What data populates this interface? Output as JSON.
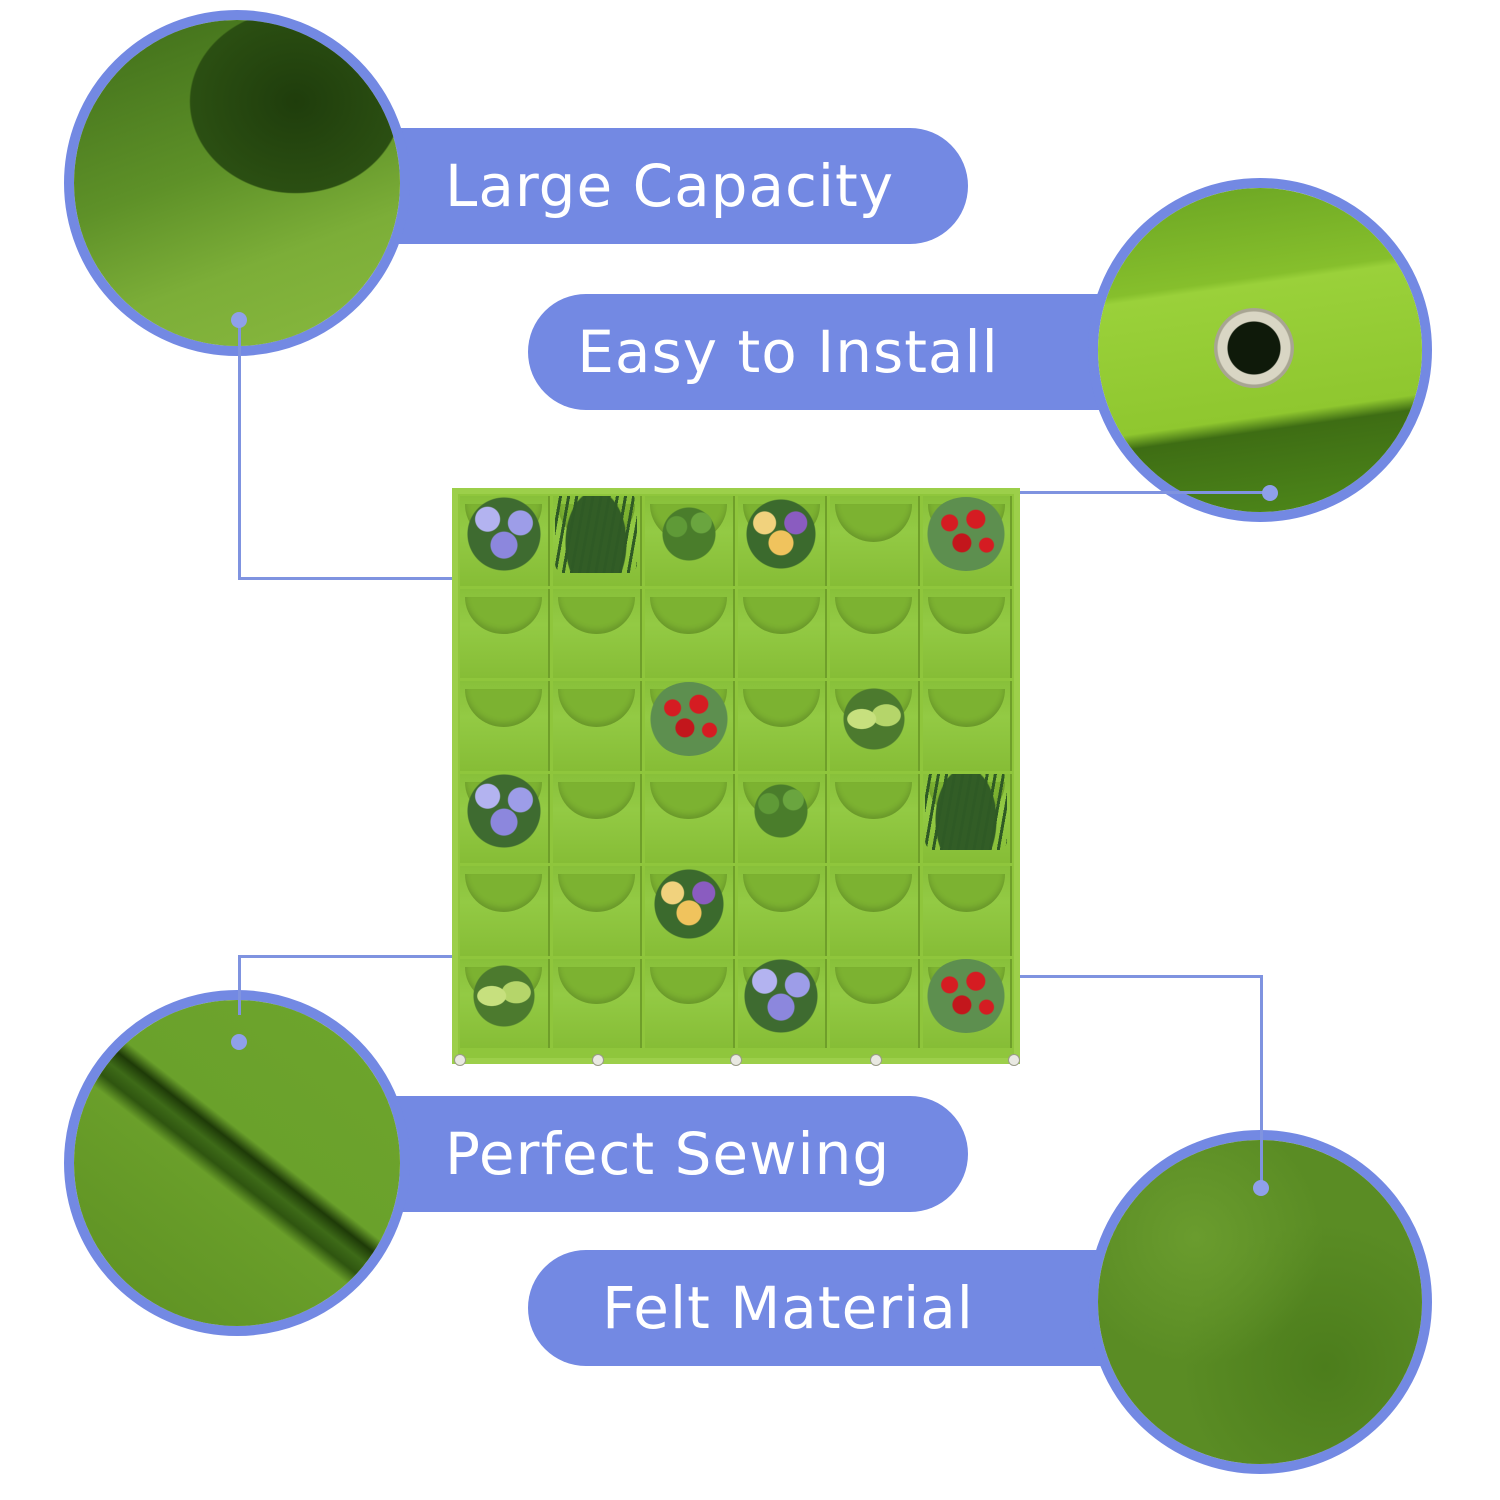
{
  "product": {
    "name": "Felt vertical wall planter",
    "layout": {
      "columns": 6,
      "rows": 6,
      "pocket_count": 36
    }
  },
  "features": [
    {
      "id": "large-capacity",
      "label": "Large Capacity",
      "detail_image": "pocket-closeup"
    },
    {
      "id": "easy-to-install",
      "label": "Easy to Install",
      "detail_image": "grommet-closeup"
    },
    {
      "id": "perfect-sewing",
      "label": "Perfect Sewing",
      "detail_image": "seam-closeup"
    },
    {
      "id": "felt-material",
      "label": "Felt Material",
      "detail_image": "felt-texture-closeup"
    }
  ],
  "colors": {
    "accent": "#7389e3",
    "connector": "#7f93e0",
    "felt_green": "#8fc63c",
    "felt_dark": "#4f7f1f",
    "text_on_accent": "#ffffff",
    "background": "#ffffff"
  },
  "plants": [
    {
      "row": 0,
      "col": 0,
      "type": "violet"
    },
    {
      "row": 0,
      "col": 1,
      "type": "grass"
    },
    {
      "row": 0,
      "col": 2,
      "type": "sprout"
    },
    {
      "row": 0,
      "col": 3,
      "type": "pansy"
    },
    {
      "row": 0,
      "col": 5,
      "type": "berry"
    },
    {
      "row": 2,
      "col": 2,
      "type": "berry"
    },
    {
      "row": 2,
      "col": 4,
      "type": "leafy"
    },
    {
      "row": 3,
      "col": 0,
      "type": "violet"
    },
    {
      "row": 3,
      "col": 3,
      "type": "sprout"
    },
    {
      "row": 3,
      "col": 5,
      "type": "grass"
    },
    {
      "row": 4,
      "col": 2,
      "type": "pansy"
    },
    {
      "row": 5,
      "col": 0,
      "type": "leafy"
    },
    {
      "row": 5,
      "col": 3,
      "type": "violet"
    },
    {
      "row": 5,
      "col": 5,
      "type": "berry"
    }
  ]
}
